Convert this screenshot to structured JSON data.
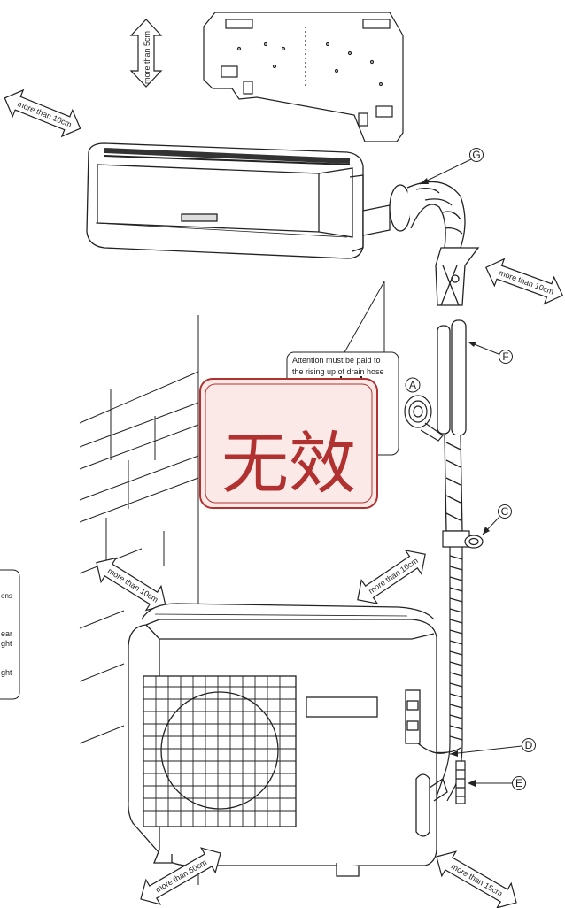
{
  "arrows": [
    {
      "label": "more than 5cm"
    },
    {
      "label": "more than 10cm"
    },
    {
      "label": "more than 10cm"
    },
    {
      "label": "more than 10cm"
    },
    {
      "label": "more than 10cm"
    },
    {
      "label": "more than 60cm"
    },
    {
      "label": "more than 15cm"
    }
  ],
  "parts": [
    "A",
    "C",
    "D",
    "E",
    "F",
    "G"
  ],
  "callout": {
    "line1": "Attention must be paid to",
    "line2": "the rising up of drain hose"
  },
  "stamp": {
    "text": "无效",
    "color": "#b0312f"
  },
  "side_note": {
    "line1": "ons",
    "line2": "ear",
    "line3": "ght",
    "line4": "ght"
  },
  "colors": {
    "line": "#222222",
    "stamp": "#b0312f",
    "stamp_fill": "#fbe9e7"
  }
}
